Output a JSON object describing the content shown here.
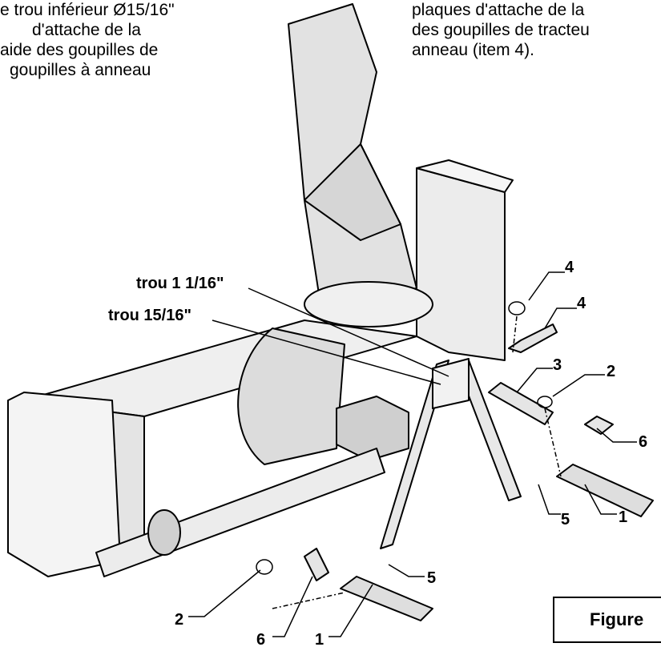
{
  "text_left": [
    "e trou inférieur Ø15/16\"",
    "d'attache de la",
    "aide des goupilles de",
    "goupilles à anneau"
  ],
  "text_right": [
    "plaques d'attache de la",
    "des goupilles de tracteu",
    "anneau (item 4)."
  ],
  "callouts": {
    "hole_large": "trou 1 1/16\"",
    "hole_small": "trou 15/16\"",
    "n4a": "4",
    "n4b": "4",
    "n3": "3",
    "n2a": "2",
    "n6a": "6",
    "n5a": "5",
    "n1a": "1",
    "n5b": "5",
    "n2b": "2",
    "n6b": "6",
    "n1b": "1"
  },
  "figure_label": "Figure"
}
